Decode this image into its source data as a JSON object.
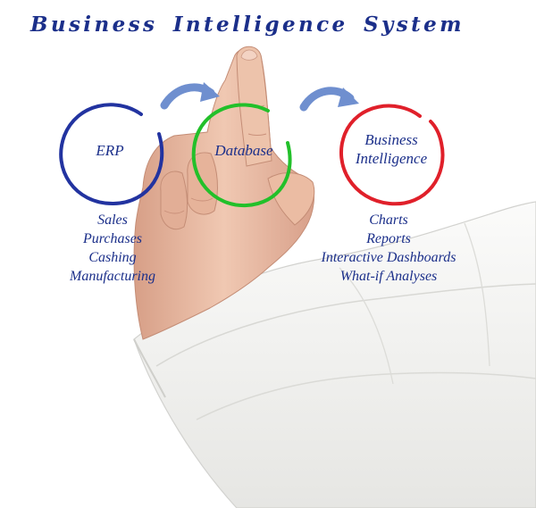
{
  "diagram": {
    "title": "Business Intelligence System",
    "nodes": [
      {
        "id": "erp",
        "label": "ERP",
        "color": "#2233a0",
        "items": [
          "Sales",
          "Purchases",
          "Cashing",
          "Manufacturing"
        ]
      },
      {
        "id": "database",
        "label": "Database",
        "color": "#22c02a",
        "items": []
      },
      {
        "id": "business-intelligence",
        "label_line1": "Business",
        "label_line2": "Intelligence",
        "color": "#e0202a",
        "items": [
          "Charts",
          "Reports",
          "Interactive Dashboards",
          "What-if Analyses"
        ]
      }
    ],
    "connector_color": "#6f8fcf",
    "text_color": "#1b2f8a",
    "photo": {
      "subject": "hand-pointing-finger",
      "skin_color": "#e7b9a0",
      "sleeve_color": "#f2f2f0"
    }
  }
}
